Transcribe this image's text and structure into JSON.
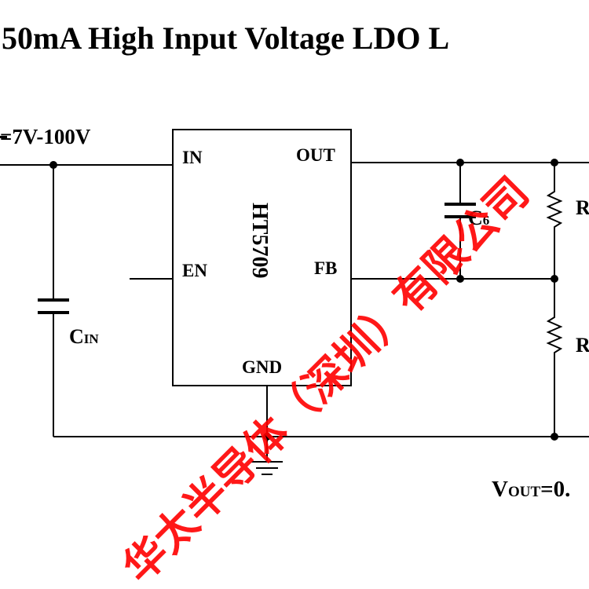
{
  "title": "50mA High Input Voltage LDO L",
  "input_label": "=7V-100V",
  "ic": {
    "name": "HT5709",
    "pins": {
      "in": "IN",
      "en": "EN",
      "out": "OUT",
      "fb": "FB",
      "gnd": "GND"
    }
  },
  "components": {
    "c_in": {
      "main": "C",
      "sub": "IN"
    },
    "c6": {
      "main": "C",
      "sub": "6"
    },
    "r1": "R",
    "r2": "R"
  },
  "vout": {
    "main": "V",
    "sub": "OUT",
    "rest": "=0."
  },
  "watermark": "华太半导体（深圳）有限公司",
  "colors": {
    "line": "#000000",
    "watermark": "#ff0000",
    "background": "#ffffff"
  }
}
